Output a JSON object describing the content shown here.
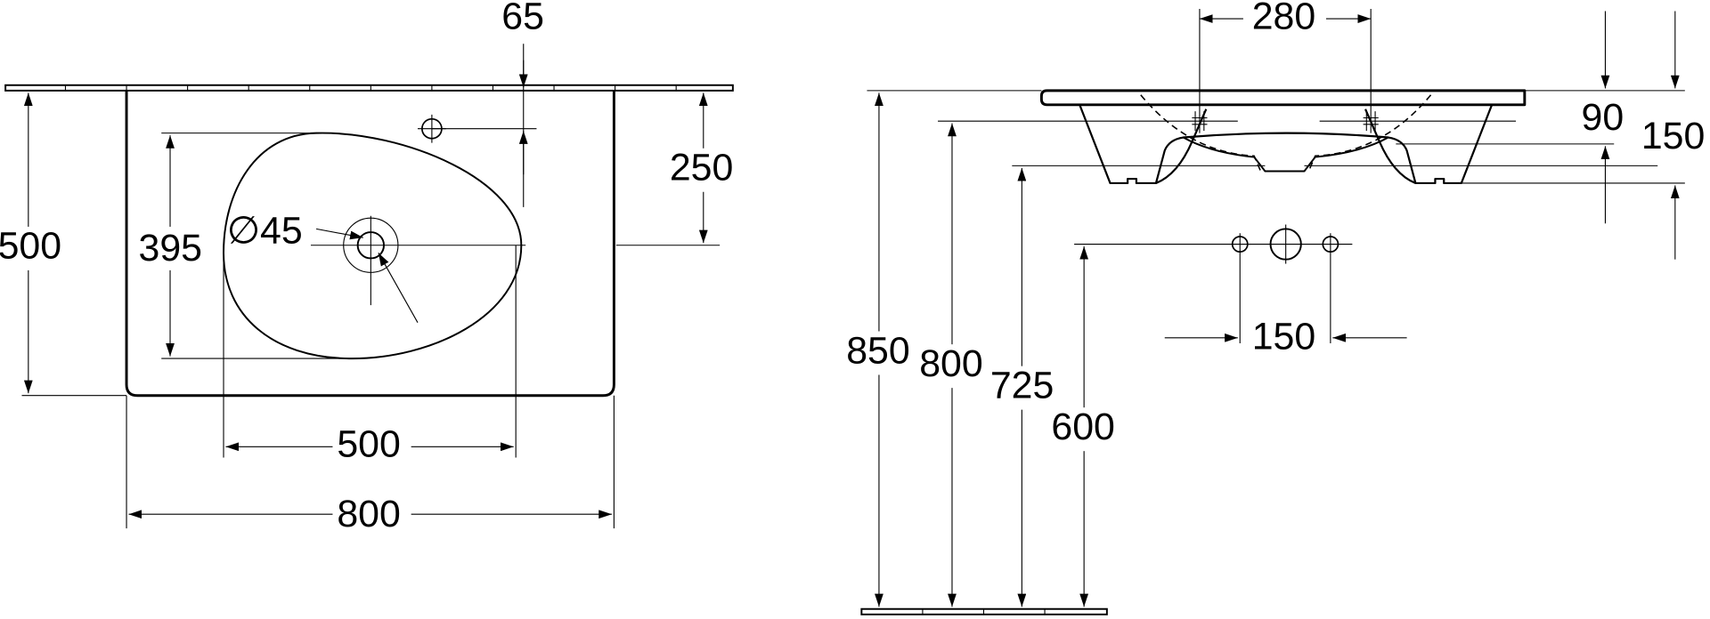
{
  "drawing": {
    "plan_view": {
      "width_label": "800",
      "depth_label": "500",
      "bowl_width_label": "500",
      "bowl_depth_label": "395",
      "drain_offset_label": "250",
      "tap_offset_label": "65",
      "drain_diameter_label": "∅45"
    },
    "side_view": {
      "fixing_spacing_label": "280",
      "slab_thickness_label": "90",
      "total_thickness_label": "150",
      "height_top_label": "850",
      "height_800_label": "800",
      "height_725_label": "725",
      "height_600_label": "600",
      "waste_spacing_label": "150"
    }
  }
}
